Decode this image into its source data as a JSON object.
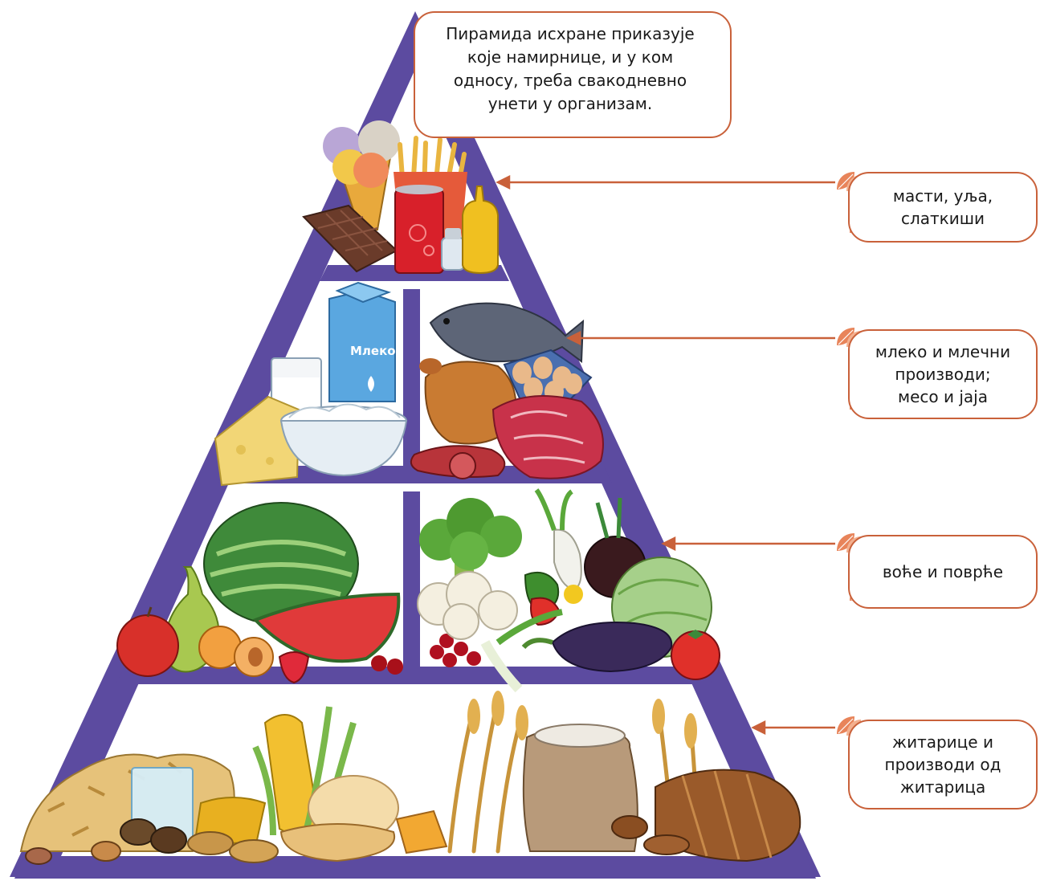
{
  "intro_note": "Пирамида исхране приказује\nкоје намирнице, и у ком\nодносу, треба свакодневно\nунети у организам.",
  "milk_carton_label": "Млеко",
  "levels": [
    {
      "id": "top",
      "label": "масти, уља,\nслаткиши",
      "foods": [
        "ice-cream",
        "french-fries",
        "chocolate",
        "soda-can",
        "salt-shaker",
        "mustard-bottle"
      ]
    },
    {
      "id": "dairy-meat",
      "label": "млеко и млечни\nпроизводи;\nмесо и јаја",
      "foods": [
        "milk-carton",
        "milk-glass",
        "cheese",
        "yogurt-bowl",
        "fish",
        "roast-chicken",
        "eggs",
        "raw-meat",
        "sausage"
      ]
    },
    {
      "id": "fruit-veg",
      "label": "воће и поврће",
      "foods": [
        "watermelon",
        "pear",
        "apple",
        "apricot",
        "strawberry",
        "cherries",
        "broccoli",
        "cauliflower",
        "radish",
        "beet",
        "cabbage",
        "eggplant",
        "pepper",
        "tomato",
        "leek"
      ]
    },
    {
      "id": "grains",
      "label": "житарице и\nпроизводи од\nжитарица",
      "foods": [
        "cereal-flakes",
        "water-glass",
        "nuts",
        "corn",
        "bread",
        "wheat-ears",
        "flour-sack",
        "rye-bread",
        "cookies"
      ]
    }
  ],
  "colors": {
    "pyramid": "#5c4ba0",
    "accent": "#c9613a",
    "leaf_light": "#f0a07a"
  }
}
